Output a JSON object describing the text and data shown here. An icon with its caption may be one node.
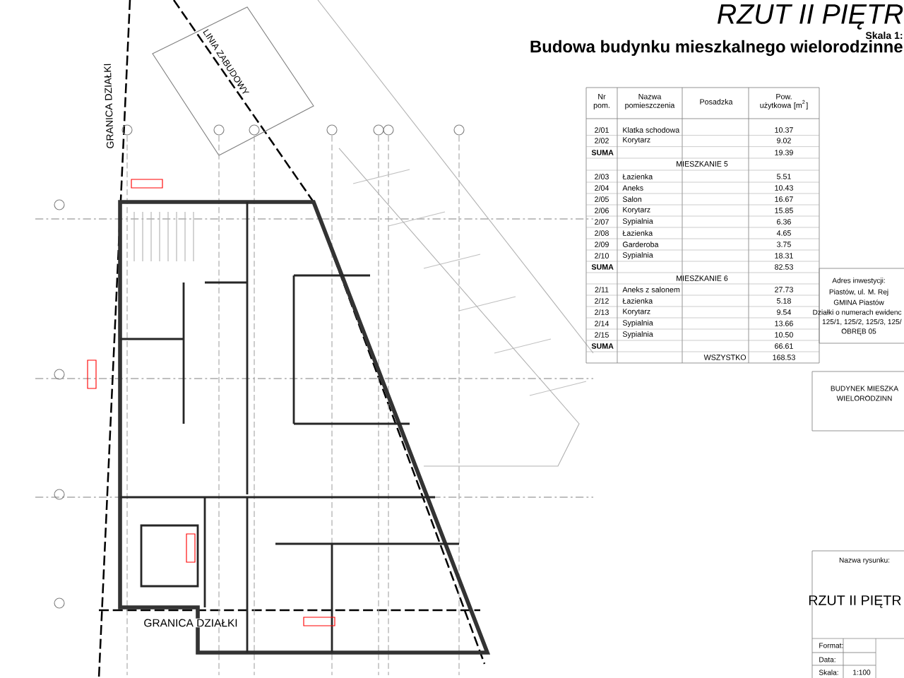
{
  "diagram": {
    "title": "RZUT II PIĘTR",
    "labels": [
      "Skala 1:",
      "Budowa budynku mieszkalnego wielorodzinne",
      "LINIA ZABUDOWY",
      "GRANICA DZIAŁKI",
      "Nr pom.",
      "Nazwa pomieszczenia",
      "Posadzka",
      "Pow. użytkowa [m$^{2}$]",
      "2/01",
      "Klatka schodowa",
      "10.37",
      "2/02",
      "Korytarz",
      "9.02",
      "SUMA",
      "19.39",
      "MIESZKANIE 5",
      "2/03",
      "Łazienka",
      "5.51",
      "2/04",
      "Aneks",
      "10.43",
      "2/05",
      "Salon",
      "16.67",
      "2/06",
      "Korytarz",
      "15.85",
      "2/07",
      "Sypialnia",
      "6.36",
      "2/08",
      "Łazienka",
      "4.65",
      "2/09",
      "Garderoba",
      "3.75",
      "2/10",
      "Sypialnia",
      "18.31",
      "SUMA",
      "82.53",
      "MIESZKANIE 6",
      "2/11",
      "Aneks z salonem",
      "27.73",
      "2/12",
      "Łazienka",
      "5.18",
      "2/13",
      "Korytarz",
      "9.54",
      "2/14",
      "Sypialnia",
      "13.66",
      "2/15",
      "Sypialnia",
      "10.50",
      "SUMA",
      "66.61",
      "WSZYSTKO",
      "168.53",
      "GRANICA DZIAŁKI",
      "Adres inwestycji:",
      "Piastów, ul. M. Rej",
      "GMINA Piastów",
      "Działki o numerach ewidenc",
      "125/1, 125/2, 125/3, 125/",
      "OBRĘB 05",
      "BUDYNEK MIESZKA",
      "WIELORODZINN",
      "Nazwa rysunku:",
      "RZUT II PIĘTR",
      "Format:",
      "Data:",
      "Skala:",
      "1:100"
    ]
  }
}
